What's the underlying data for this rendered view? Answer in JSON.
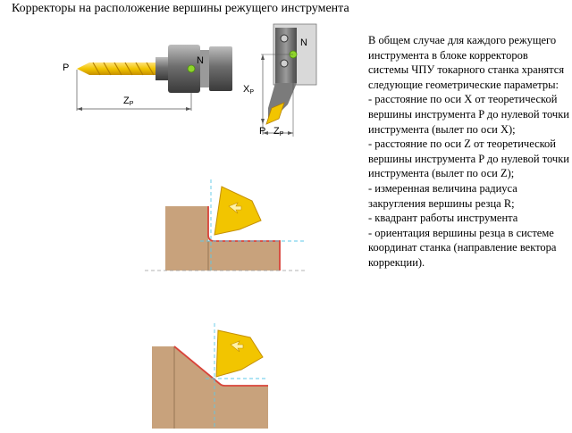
{
  "title": "Корректоры на расположение вершины режущего инструмента",
  "figures": {
    "drill": {
      "point_label": "P",
      "zero_label": "N",
      "dim_letter": "Z",
      "dim_sub": "P"
    },
    "holder": {
      "zero_label": "N",
      "point_label": "P",
      "x_letter": "X",
      "x_sub": "P",
      "z_letter": "Z",
      "z_sub": "P"
    }
  },
  "description": {
    "intro": "В общем случае для каждого режущего инструмента в блоке корректоров системы ЧПУ токарного станка хранятся следующие геометрические параметры:",
    "items": [
      "- расстояние по оси X от теоретической вершины инструмента P до нулевой точки инструмента (вылет по оси X);",
      "- расстояние по оси Z от теоретической вершины инструмента P до нулевой точки инструмента (вылет по оси Z);",
      "- измеренная величина радиуса закругления вершины резца R;",
      "- квадрант работы инструмента",
      "- ориентация вершины резца в системе координат станка (направление вектора коррекции)."
    ]
  },
  "colors": {
    "tool_yellow": "#f2c500",
    "workpiece": "#c8a27c",
    "contour_red": "#d9443a",
    "holder_gray": "#7b7b7b",
    "zero_point_green": "#8ed42a",
    "dashed_cyan": "#5fc8e8"
  }
}
